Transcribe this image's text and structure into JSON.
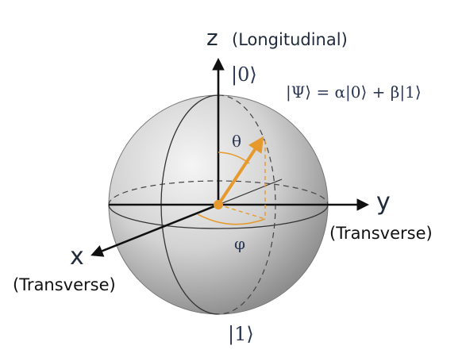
{
  "diagram": {
    "z_axis_label": "z",
    "z_axis_caption": "(Longitudinal)",
    "x_axis_label": "x",
    "x_axis_caption": "(Transverse)",
    "y_axis_label": "y",
    "y_axis_caption": "(Transverse)",
    "ket_zero": "|0⟩",
    "ket_one": "|1⟩",
    "state_equation": "|Ψ⟩ = α|0⟩ + β|1⟩",
    "theta_label": "θ",
    "phi_label": "φ",
    "colors": {
      "sphere_light": "#f5f5f5",
      "sphere_dark": "#8e8e8e",
      "axis": "#101010",
      "state_vector": "#e69a2e",
      "projection": "#e69a2e",
      "text_dark": "#1f2a3a",
      "text_blue": "#2a3652"
    }
  }
}
